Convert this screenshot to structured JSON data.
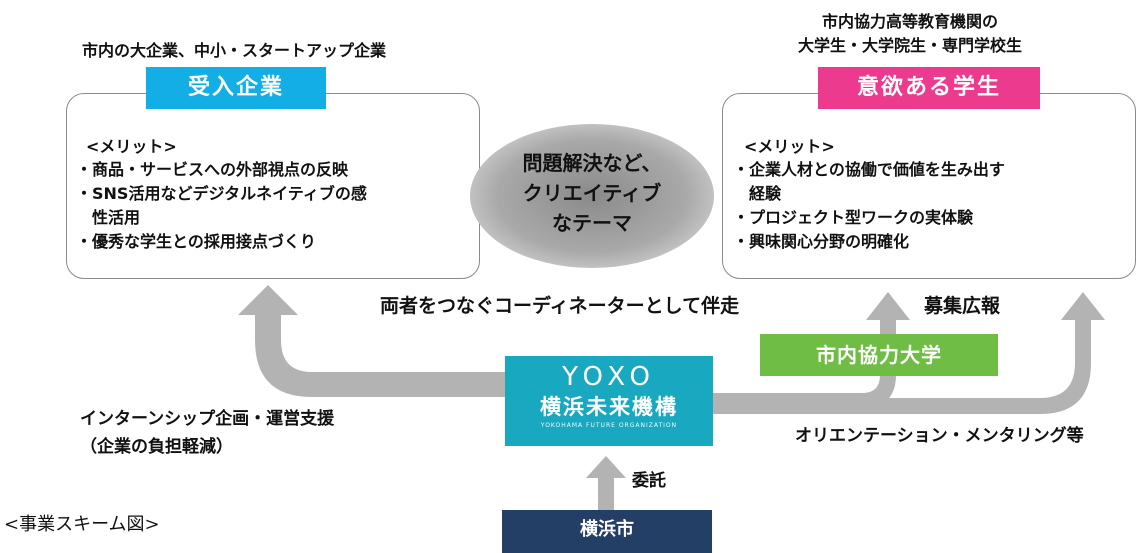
{
  "companies": {
    "subtitle": "市内の大企業、中小・スタートアップ企業",
    "tag": "受入企業",
    "merit_heading": "<メリット>",
    "merits": [
      "・商品・サービスへの外部視点の反映",
      "・SNS活用などデジタルネイティブの感",
      "　性活用",
      "・優秀な学生との採用接点づくり"
    ]
  },
  "students": {
    "subtitle_lines": [
      "市内協力高等教育機関の",
      "大学生・大学院生・専門学校生"
    ],
    "tag": "意欲ある学生",
    "merit_heading": "<メリット>",
    "merits": [
      "・企業人材との協働で価値を生み出す",
      "　経験",
      "・プロジェクト型ワークの実体験",
      "・興味関心分野の明確化"
    ]
  },
  "theme": {
    "lines": [
      "問題解決など、",
      "クリエイティブ",
      "なテーマ"
    ]
  },
  "coordinator_label": "両者をつなぐコーディネーターとして伴走",
  "recruit_label": "募集広報",
  "partner_univ": "市内協力大学",
  "yoxo": {
    "logo": "YOXO",
    "name": "横浜未来機構",
    "english": "YOKOHAMA FUTURE ORGANIZATION"
  },
  "internship_label_lines": [
    "インターンシップ企画・運営支援",
    "（企業の負担軽減）"
  ],
  "orientation_label": "オリエンテーション・メンタリング等",
  "entrust_label": "委託",
  "city": "横浜市",
  "caption": "<事業スキーム図>",
  "colors": {
    "companies_tag": "#14aee6",
    "students_tag": "#ec3b8e",
    "partner_univ": "#6fbd45",
    "yoxo": "#18a8bf",
    "city": "#243f66",
    "arrow": "#b3b3b3"
  }
}
